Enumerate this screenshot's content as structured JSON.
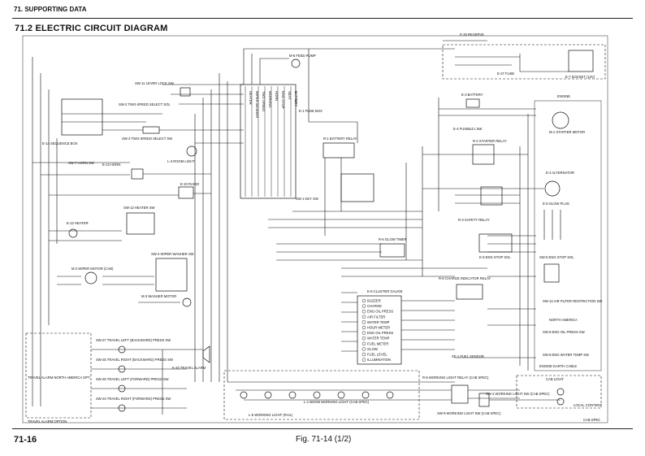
{
  "header": {
    "section": "71. SUPPORTING DATA"
  },
  "title": "71.2    ELECTRIC CIRCUIT DIAGRAM",
  "footer": {
    "page": "71-16",
    "figure": "Fig. 71-14 (1/2)"
  },
  "labels": {
    "reserve": "E-26 RESERVE",
    "socket": "E-7 SOCKET (12V)",
    "fuse": "E-27 FUSE",
    "engine": "ENGINE",
    "battery": "E-3 BATTERY",
    "fusible": "E-4 FUSIBLE LINK",
    "starter": "M-1 STARTER MOTOR",
    "fusebox": "E-1 FUSE BOX",
    "speedpump": "M-6 FEED PUMP",
    "seqbox": "E-14 SEQUENCE BOX",
    "leverlock": "SW-11 LEVER LOCK SW",
    "twospeed": "SW-2 TWO-SPEED SELECT SOL",
    "twospeedsw": "SW-3 TWO-SPEED SELECT SW",
    "roomlight": "L-3 ROOM LIGHT",
    "horn": "E-13 HORN",
    "hornsw": "SW-7 HORN SW",
    "radio": "E-10 RADIO",
    "heater": "E-12 HEATER",
    "heatersw": "SW-13 HEATER SW",
    "wipermotor": "M-2 WIPER MOTOR (CAB)",
    "washersw": "SW-4 WIPER WASHER SW",
    "washermotor": "M-3 WASHER MOTOR",
    "battrelay": "R-1 BATTERY RELAY",
    "keysw": "SW-1 KEY SW",
    "starterrelay": "R-2 STARTER RELAY",
    "safetyrelay": "R-3 SAFETY RELAY",
    "alternator": "E-2 ALTERNATOR",
    "glowplug": "E-5 GLOW PLUG",
    "glowtimer": "R-6 GLOW TIMER",
    "engstop": "E-9 ENG STOP SOL",
    "engstopsol": "SW-5 ENG STOP SOL",
    "chargerelay": "R-8 CHARGE INDICATOR RELAY",
    "cluster": "E-6 CLUSTER GAUGE",
    "airfilter": "SW-14 AIR FILTER RESTRICTION SW",
    "northamerica": "NORTH AMERICA",
    "oilpress": "SW-6 ENG OIL PRESS SW",
    "watertemp": "SW-8 ENG WATER TEMP SW",
    "fuelsensor": "SE-1 FUEL SENSOR",
    "earth": "ENGINE EARTH CABLE",
    "travelalarm": "E-20 TRAVEL ALARM",
    "travelleftback": "SW-27 TRAVEL LEFT (BACKWARD) PRESS SW",
    "travelrightback": "SW-25 TRAVEL RIGHT (BACKWARD) PRESS SW",
    "travelleftfwd": "SW-26 TRAVEL LEFT (FORWARD) PRESS SW",
    "travelrightfwd": "SW-24 TRAVEL RIGHT (FORWARD) PRESS SW",
    "travelopt": "TRAVEL ALARM OPTION",
    "travelna": "TRAVEL ALARM    NORTH AMERICA OPT",
    "workrelay": "R-9 WORKING LIGHT RELAY (CAB SPEC)",
    "boomlight": "L-1 BOOM WORKING LIGHT (CAB SPEC)",
    "worklightrail": "L-5 WORKING LIGHT (RAIL)",
    "worklightsw": "SW-9 WORKING LIGHT SW (CAB SPEC)",
    "worklight2": "SW-2 WORKING LIGHT SW (CAB SPEC)",
    "cablight": "CAB LIGHT",
    "localcontent": "LOCAL CONTENT",
    "cabspec": "CAB SPEC"
  },
  "cluster_items": [
    "BUZZER",
    "CHARGE",
    "ENG OIL PRESS",
    "AIR FILTER",
    "WATER TEMP",
    "HOUR METER",
    "ENG OIL PRESS",
    "WATER TEMP",
    "FUEL METER",
    "GLOW",
    "FUEL LEVEL",
    "ILLUMINATION"
  ],
  "fuse_items": [
    "HEATER",
    "WIPER WASHER",
    "TWO SPEED",
    "WORKING",
    "HORN",
    "ENG STOP",
    "SEAT",
    "BATTERY"
  ]
}
